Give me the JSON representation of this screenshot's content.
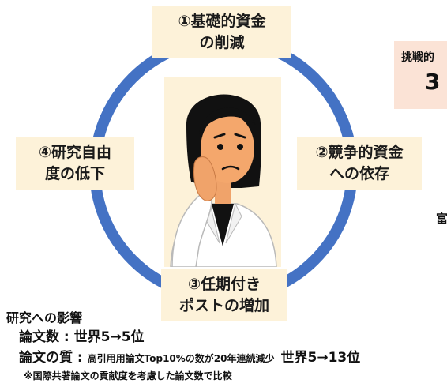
{
  "cycle": {
    "item1": {
      "line1": "①基礎的資金",
      "line2": "の削減"
    },
    "item2": {
      "line1": "②競争的資金",
      "line2": "への依存"
    },
    "item3": {
      "line1": "③任期付き",
      "line2": "ポストの増加"
    },
    "item4": {
      "line1": "④研究自由",
      "line2": "度の低下"
    }
  },
  "side": {
    "label1": "挑戦的",
    "label2": "3",
    "label3": "富"
  },
  "impact": {
    "title": "研究への影響",
    "papers_label": "論文数",
    "papers_value": "世界5→5位",
    "quality_label": "論文の質",
    "quality_detail": "高引用用論文Top10%の数が20年連続減少",
    "quality_value": "世界5→13位",
    "note": "※国際共著論文の貢献度を考慮した論文数で比較"
  },
  "colors": {
    "ring": "#4472c4",
    "box_fill": "#fdf2d9",
    "side_fill": "#fbe3d6"
  }
}
